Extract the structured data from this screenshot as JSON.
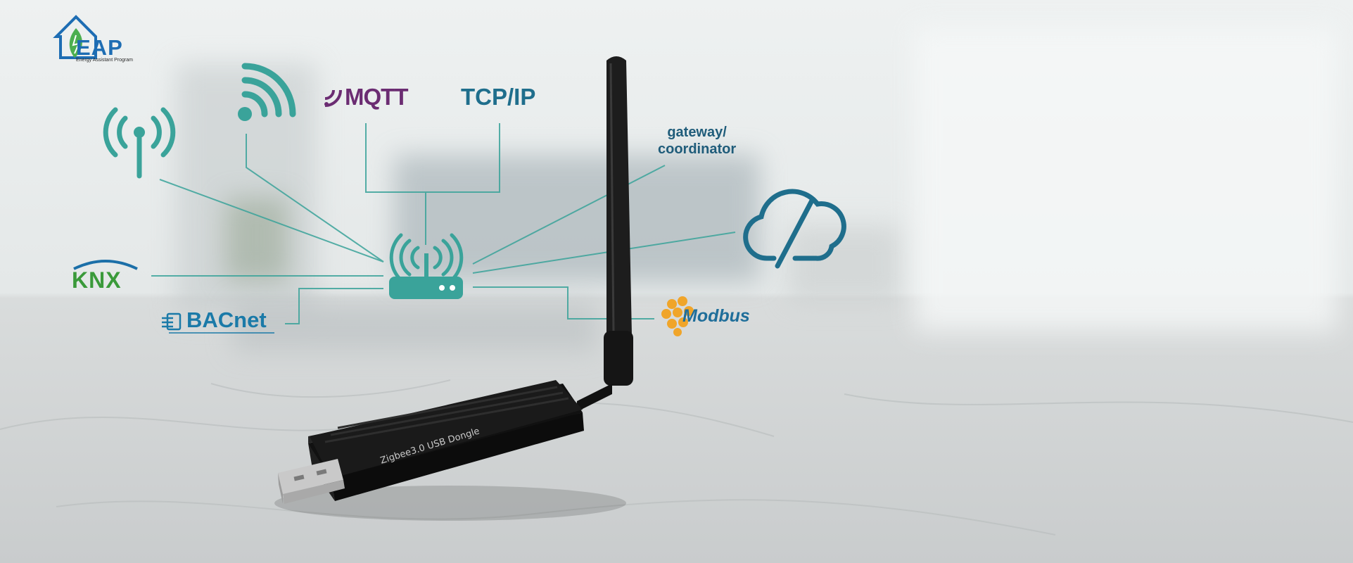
{
  "logo": {
    "text": "EAP",
    "subtitle": "Energy Assistant Program",
    "icon": "house-leaf-icon",
    "color": "#1d6db3"
  },
  "labels": {
    "mqtt": "MQTT",
    "tcp_ip": "TCP/IP",
    "gateway": "gateway/",
    "coordinator": "coordinator",
    "knx": "KNX",
    "bacnet": "BACnet",
    "modbus": "Modbus"
  },
  "icons": [
    "antenna-tower-icon",
    "wifi-icon",
    "router-icon",
    "cloud-icon",
    "modbus-hex-icon",
    "bacnet-icon"
  ],
  "product": {
    "label": "Zigbee3.0 USB Dongle",
    "icon": "usb-dongle-icon"
  },
  "colors": {
    "teal": "#3aa39a",
    "blue": "#1f6e8c",
    "mqtt_purple": "#6b2c72",
    "knx_green": "#3a9a3a",
    "modbus_orange": "#f0a52a"
  }
}
